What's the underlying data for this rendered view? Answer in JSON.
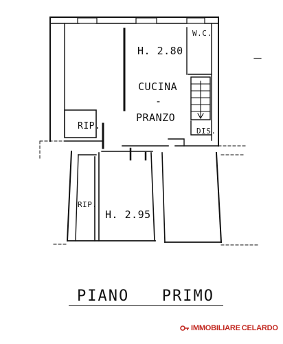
{
  "plan": {
    "rooms": {
      "kitchen": {
        "height": "H. 2.80",
        "name": "CUCINA",
        "dash": "-",
        "name2": "PRANZO"
      },
      "wc": "W.C.",
      "rip_upper": "RIP.",
      "dis": "DIS.",
      "rip_lower": "RIP.",
      "lower_height": "H. 2.95"
    },
    "side_mark": "–"
  },
  "title": {
    "word1": "PIANO",
    "word2": "PRIMO"
  },
  "brand": {
    "part1": "IMMOBILIARE",
    "part2": "CELARDO",
    "colors": {
      "accent": "#c22820"
    }
  }
}
